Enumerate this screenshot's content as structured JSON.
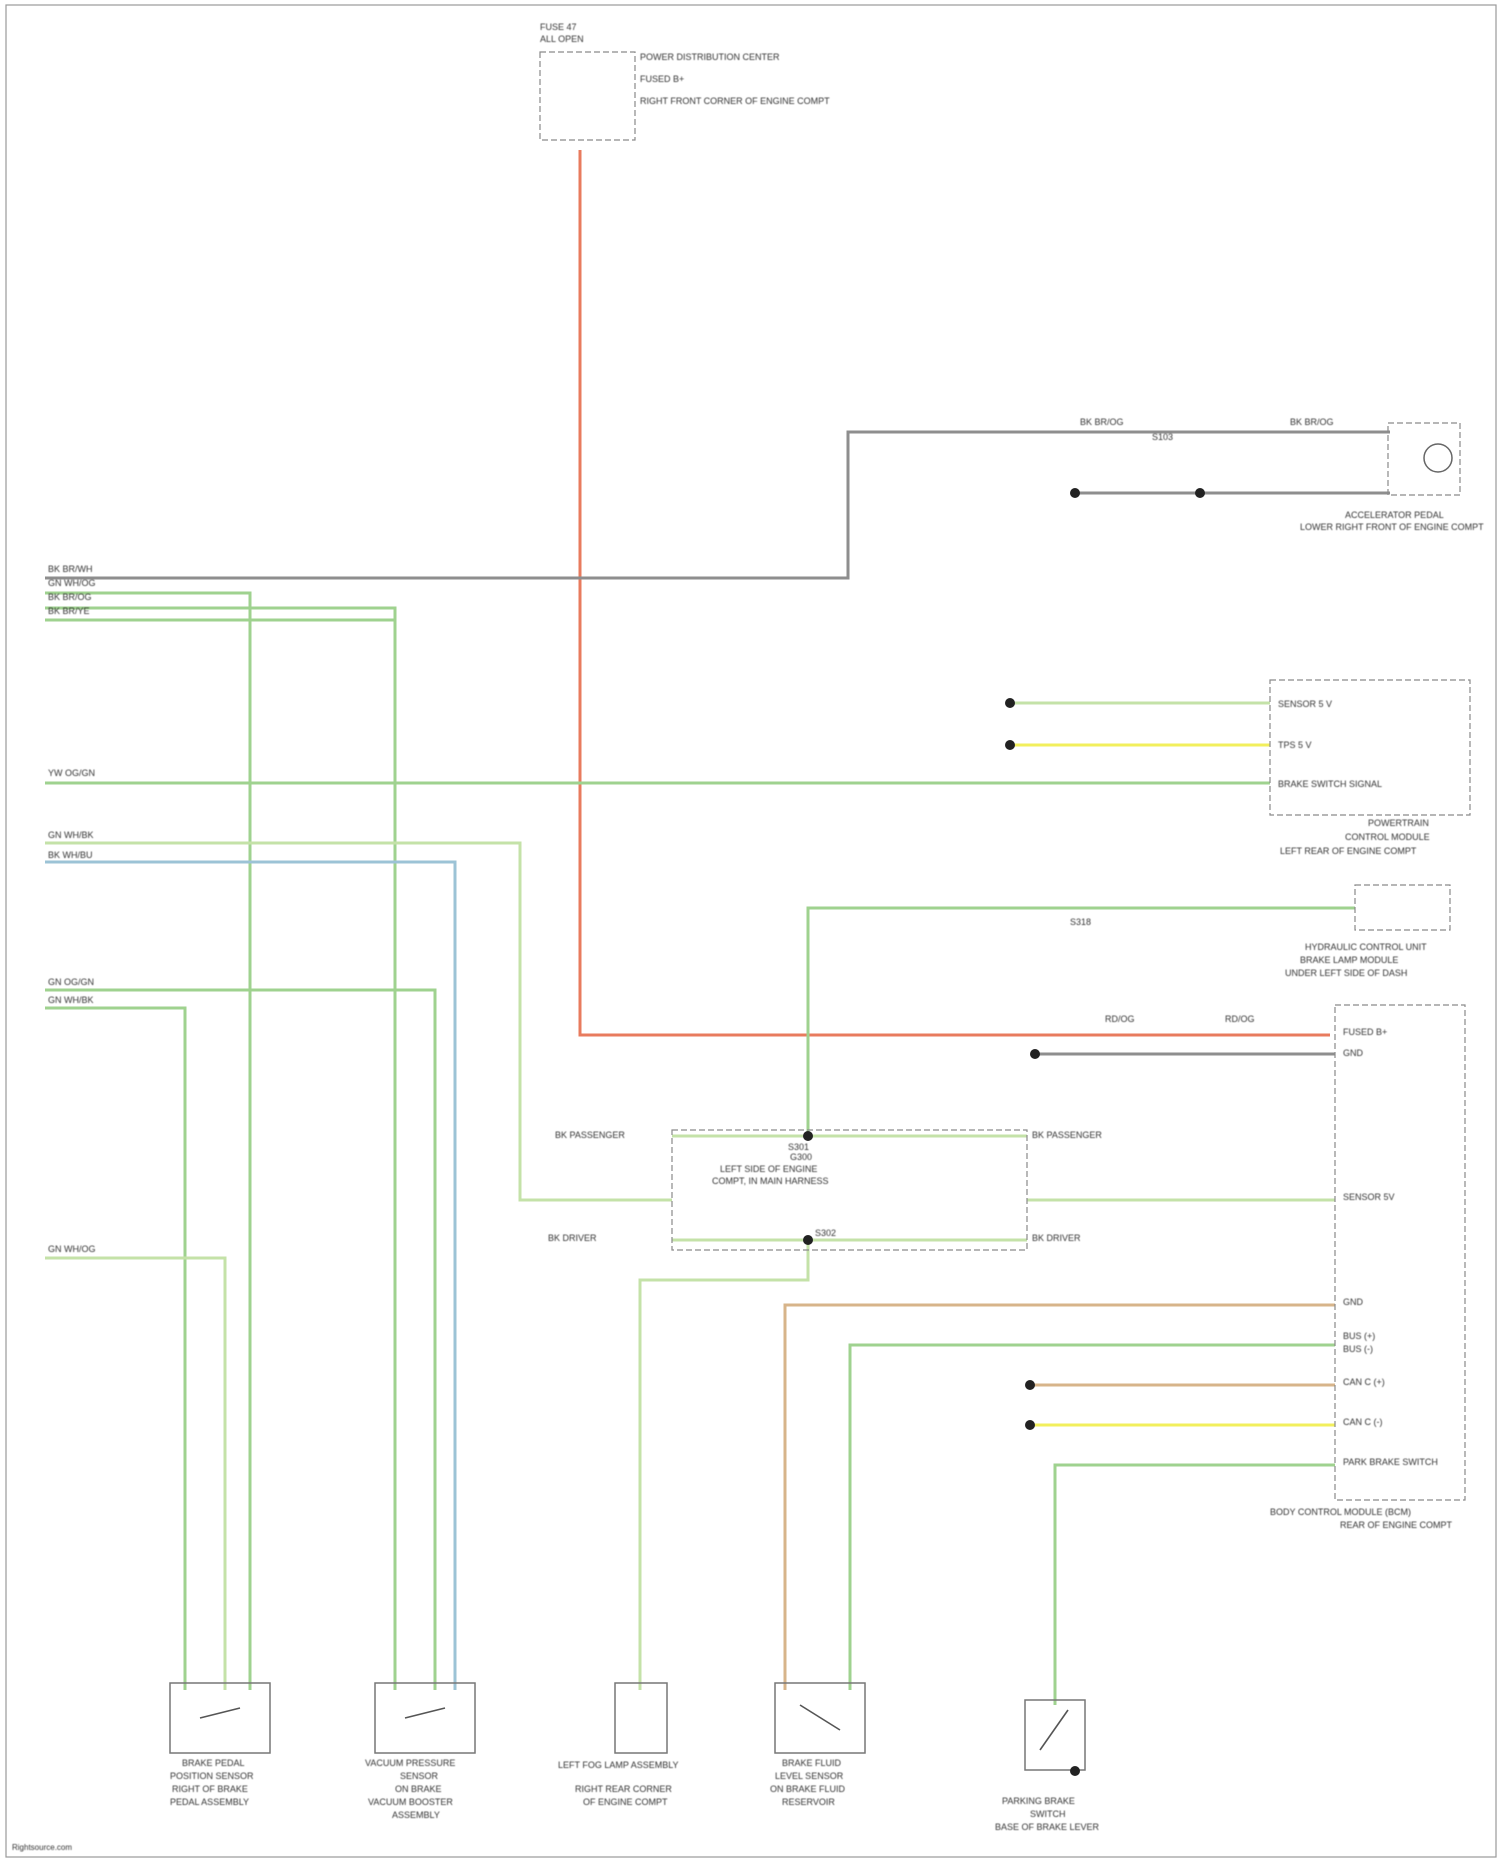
{
  "colors": {
    "gray": "#8e8e8e",
    "green": "#9fd28f",
    "light_green": "#c4e2a8",
    "blue": "#9cc3d6",
    "red": "#e87b5e",
    "yellow": "#f2ef5c",
    "tan": "#d7b48a"
  },
  "watermark": "Rightsource.com",
  "components": {
    "fuse_block": [
      "FUSE 47",
      "ALL OPEN",
      "POWER DISTRIBUTION CENTER",
      "FUSED B+",
      "RIGHT FRONT CORNER OF ENGINE COMPT"
    ],
    "accelerator_pedal": [
      "ACCELERATOR PEDAL",
      "LOWER RIGHT FRONT OF ENGINE COMPT"
    ],
    "powertrain_control_module": [
      "POWERTRAIN",
      "CONTROL MODULE",
      "LEFT REAR OF ENGINE COMPT"
    ],
    "hydraulic_control_unit": [
      "HYDRAULIC CONTROL UNIT",
      "BRAKE LAMP MODULE",
      "UNDER LEFT SIDE OF DASH"
    ],
    "body_control_module": [
      "BODY CONTROL MODULE (BCM)",
      "REAR OF ENGINE COMPT"
    ],
    "brake_pedal_position_sensor": [
      "BRAKE PEDAL",
      "POSITION SENSOR",
      "RIGHT OF BRAKE",
      "PEDAL ASSEMBLY"
    ],
    "vacuum_pressure_sensor": [
      "VACUUM PRESSURE",
      "SENSOR",
      "ON BRAKE",
      "VACUUM BOOSTER",
      "ASSEMBLY"
    ],
    "left_fog_lamp": [
      "LEFT FOG LAMP ASSEMBLY"
    ],
    "left_fog_lamp_location": [
      "RIGHT REAR CORNER",
      "OF ENGINE COMPT"
    ],
    "brake_fluid_level_sensor": [
      "BRAKE FLUID",
      "LEVEL SENSOR",
      "ON BRAKE FLUID",
      "RESERVOIR"
    ],
    "parking_brake_switch": [
      "PARKING BRAKE",
      "SWITCH",
      "BASE OF BRAKE LEVER"
    ],
    "ground_connector": [
      "G300",
      "LEFT SIDE OF ENGINE",
      "COMPT, IN MAIN HARNESS"
    ]
  },
  "splice_labels": [
    "S103",
    "S318",
    "S301",
    "S302"
  ],
  "wire_labels": {
    "left_harness": [
      "BK BR/WH",
      "GN WH/OG",
      "BK BR/OG",
      "BK BR/YE",
      "YW OG/GN",
      "GN WH/BK",
      "BK WH/BU",
      "GN OG/GN",
      "GN WH/BK",
      "GN WH/OG"
    ],
    "top": [
      "BK BR/OG",
      "BK BR/OG"
    ],
    "power": [
      "RD/OG",
      "RD/OG"
    ]
  },
  "pin_labels": {
    "pcm": [
      "SENSOR 5 V",
      "TPS 5 V",
      "BRAKE SWITCH SIGNAL"
    ],
    "bcm": [
      "FUSED B+",
      "GND",
      "SENSOR 5V",
      "GND",
      "BUS (+)",
      "BUS (-)",
      "CAN C (+)",
      "CAN C (-)",
      "PARK BRAKE SWITCH"
    ],
    "bus": [
      "BK PASSENGER",
      "BK PASSENGER",
      "BK DRIVER",
      "BK DRIVER"
    ]
  }
}
